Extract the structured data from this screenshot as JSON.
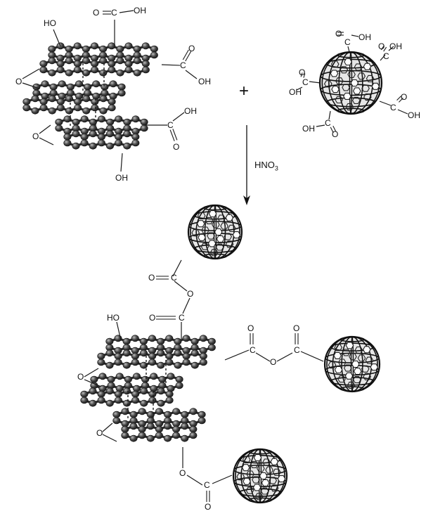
{
  "scheme": {
    "plus": "+",
    "reagent": {
      "main": "HNO",
      "sub": "3"
    }
  },
  "atoms": {
    "hydroxyl": "OH",
    "hydroxyl_left": "HO",
    "oxygen": "O",
    "carbon": "C"
  },
  "colors": {
    "atom_fill": "#3a3a3a",
    "atom_highlight": "#9a9a9a",
    "bond": "#1a1a1a",
    "cage": "#111111",
    "cage_fill": "#e6e6e6"
  }
}
